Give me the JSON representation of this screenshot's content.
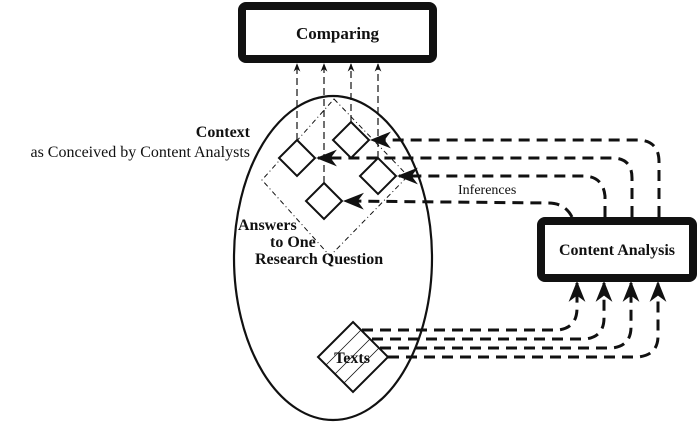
{
  "nodes": {
    "comparing": "Comparing",
    "content_analysis": "Content Analysis",
    "texts": "Texts"
  },
  "labels": {
    "context_title": "Context",
    "context_subtitle": "as Conceived by Content Analysts",
    "answers_line1": "Answers",
    "answers_line2": "to One",
    "answers_line3": "Research Question",
    "inferences": "Inferences"
  },
  "colors": {
    "ink": "#111111",
    "background": "#ffffff"
  }
}
